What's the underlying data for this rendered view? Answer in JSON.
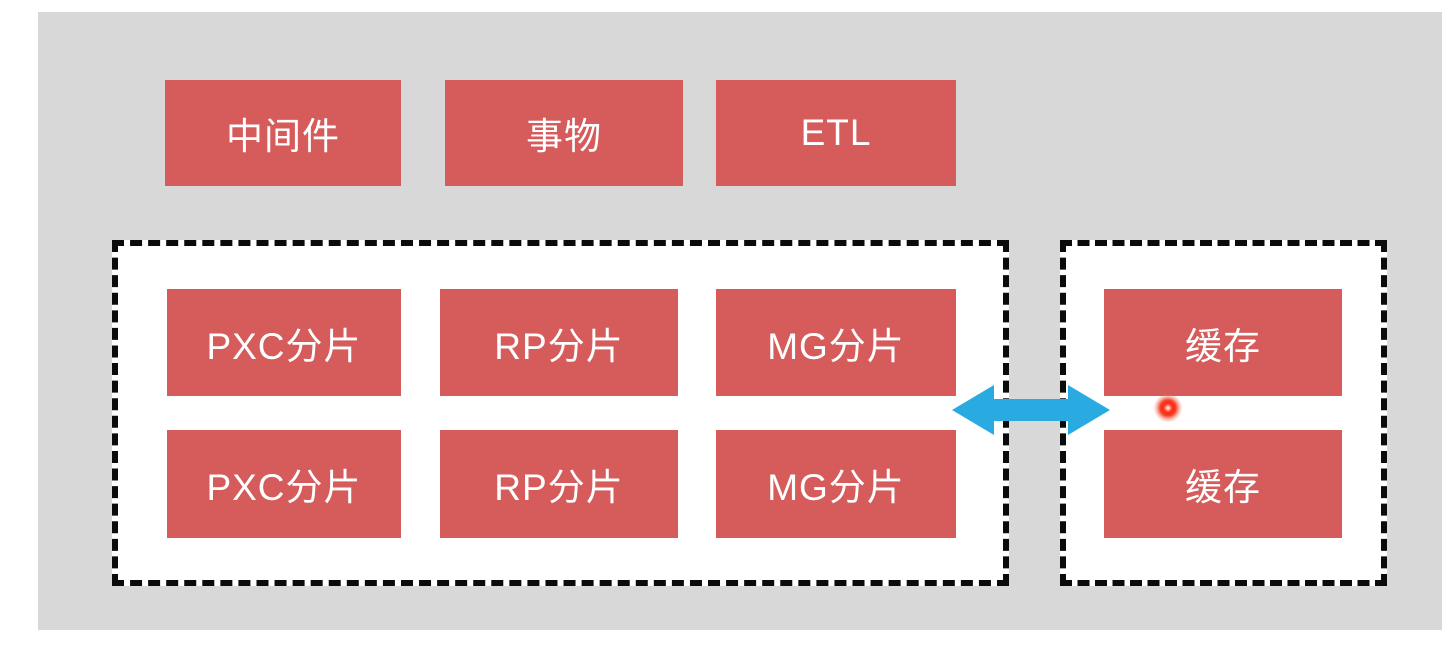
{
  "colors": {
    "slide_background": "#d8d8d8",
    "box_red": "#d65b5b",
    "box_text": "#ffffff",
    "dashed_border": "#0b0b0b",
    "arrow_blue": "#29abe2",
    "pointer_red": "#ff2d12"
  },
  "top_row": {
    "items": [
      {
        "label": "中间件"
      },
      {
        "label": "事物"
      },
      {
        "label": "ETL"
      }
    ]
  },
  "shard_cluster": {
    "rows": [
      [
        {
          "label": "PXC分片"
        },
        {
          "label": "RP分片"
        },
        {
          "label": "MG分片"
        }
      ],
      [
        {
          "label": "PXC分片"
        },
        {
          "label": "RP分片"
        },
        {
          "label": "MG分片"
        }
      ]
    ]
  },
  "cache_cluster": {
    "items": [
      {
        "label": "缓存"
      },
      {
        "label": "缓存"
      }
    ]
  },
  "arrow": {
    "type": "double-headed-horizontal"
  },
  "pointer": {
    "type": "laser-pointer-dot"
  }
}
